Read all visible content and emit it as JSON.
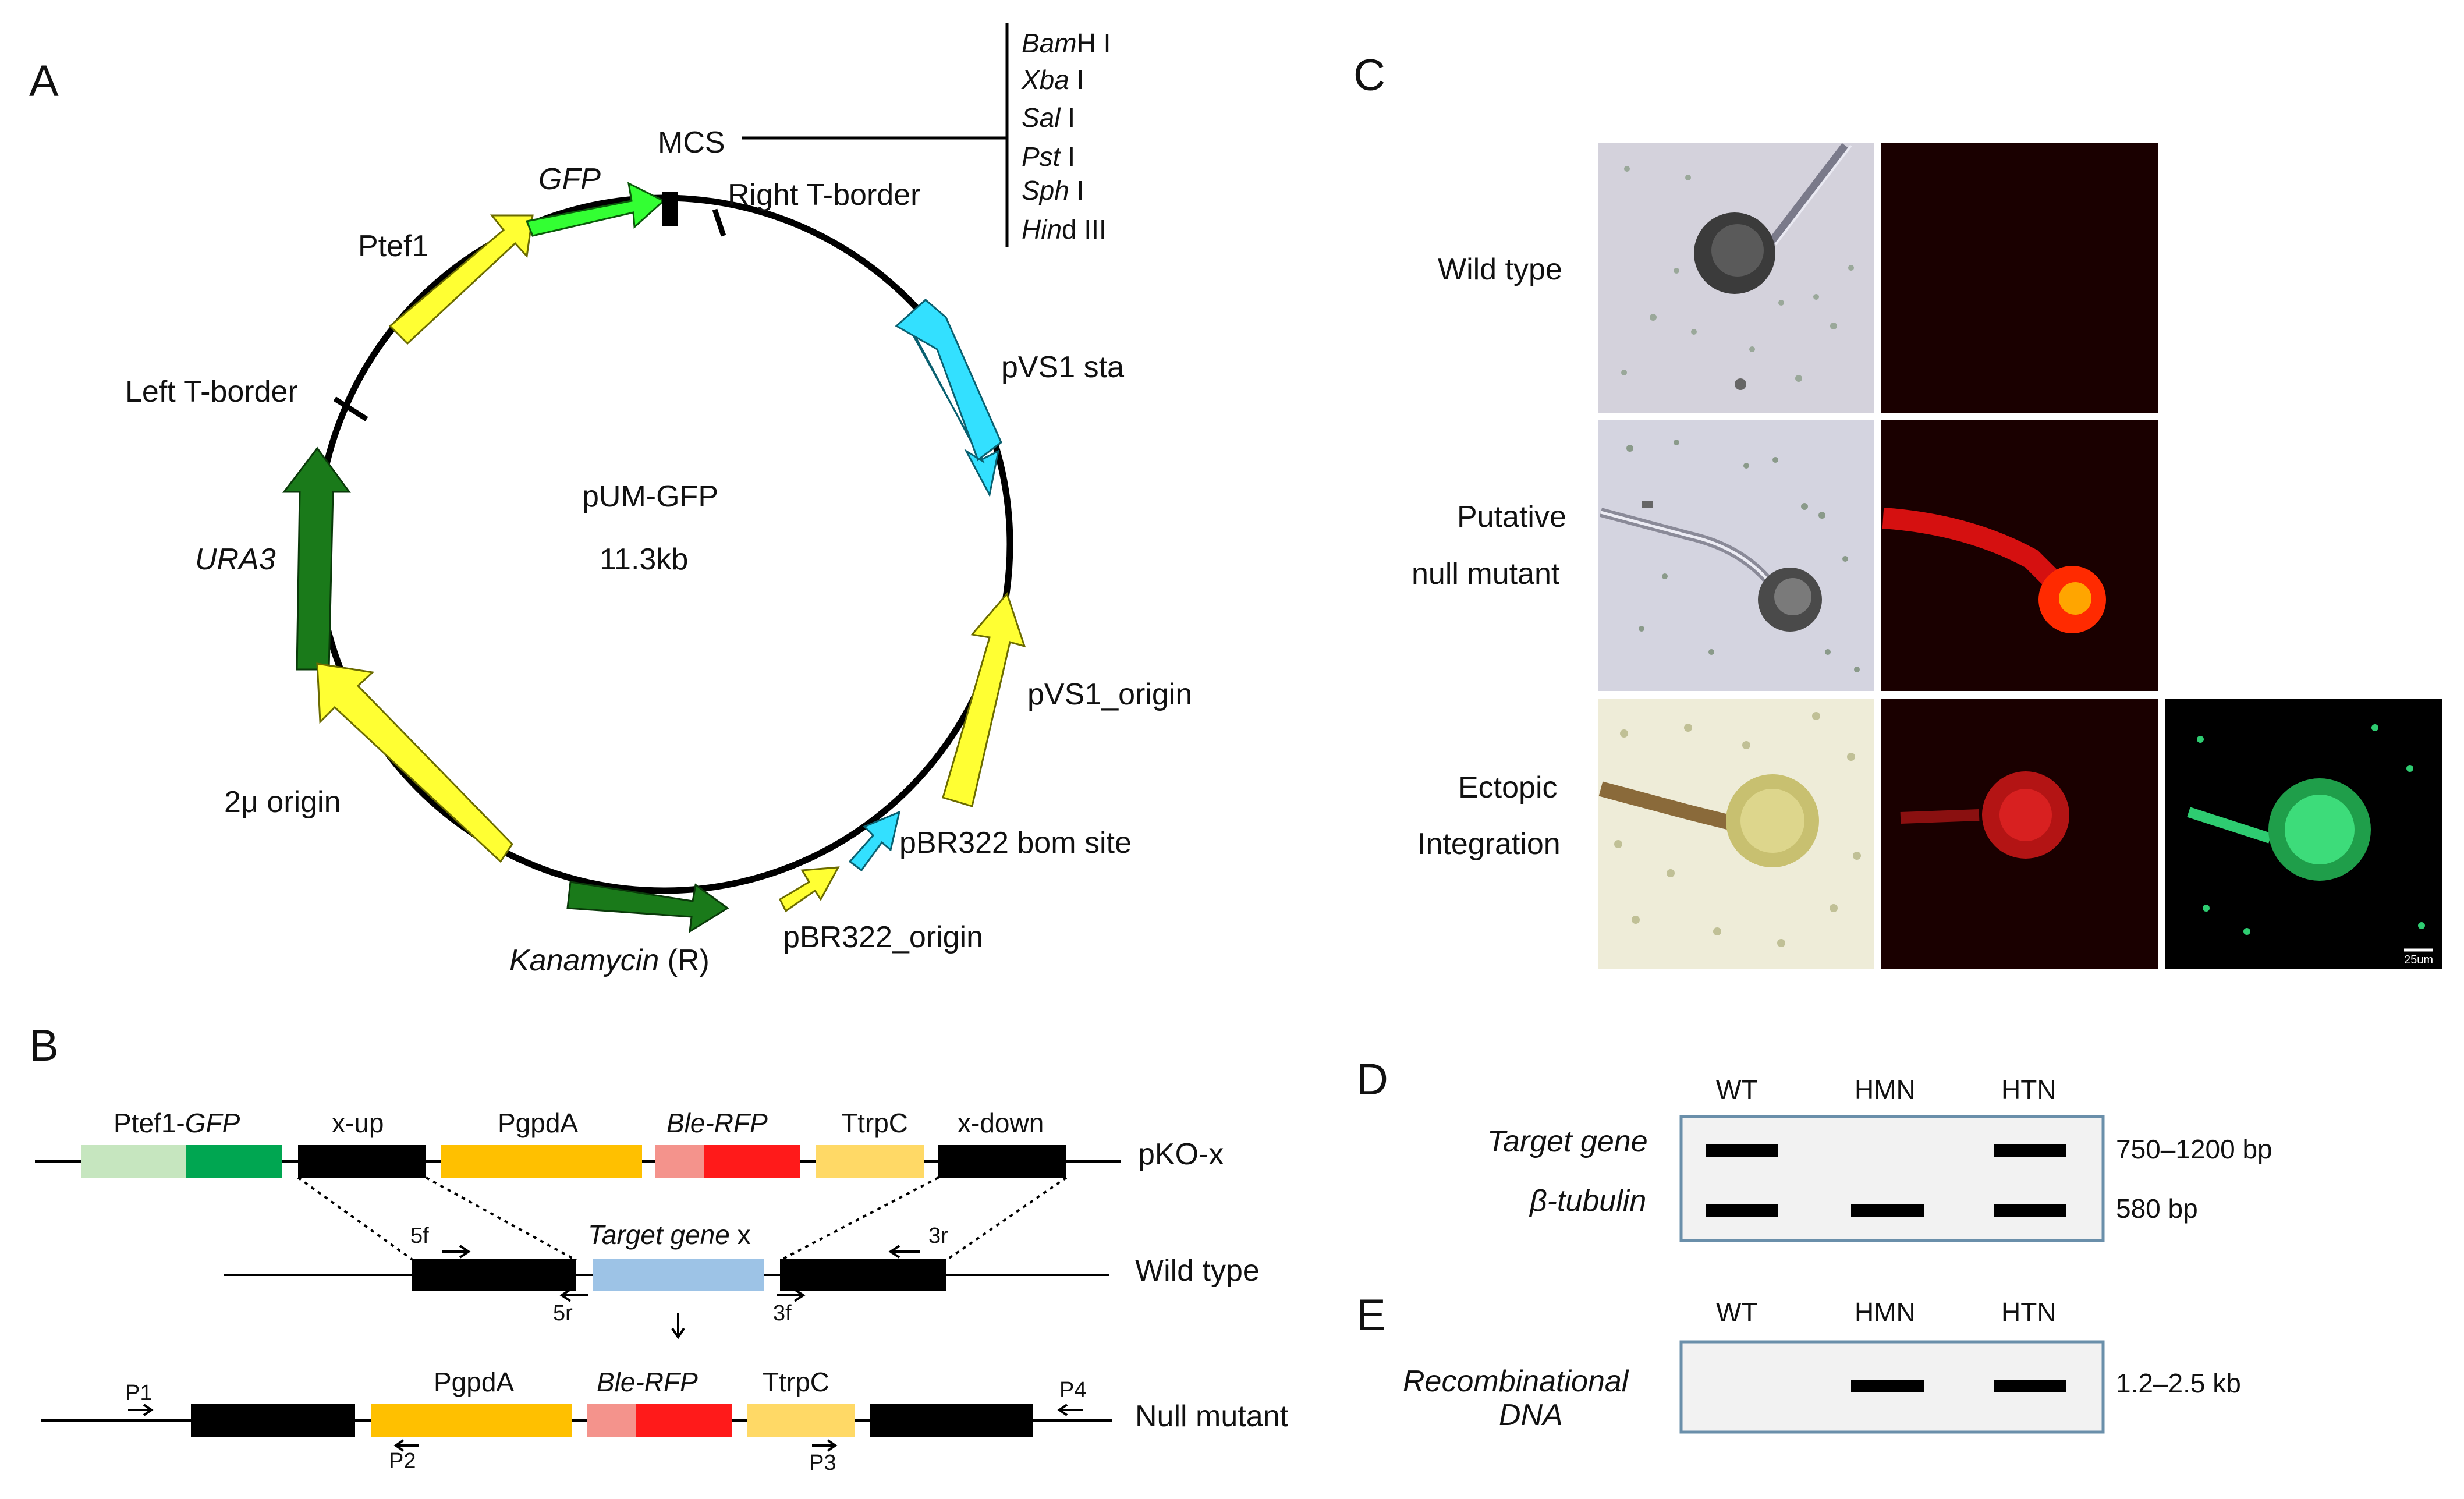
{
  "panels": {
    "a": "A",
    "b": "B",
    "c": "C",
    "d": "D",
    "e": "E"
  },
  "plasmid": {
    "name": "pUM-GFP",
    "size": "11.3kb",
    "mcs": "MCS",
    "sites": [
      {
        "italic": "Bam",
        "rest": "H I"
      },
      {
        "italic": "Xba",
        "rest": " I"
      },
      {
        "italic": "Sal",
        "rest": " I"
      },
      {
        "italic": "Pst",
        "rest": " I"
      },
      {
        "italic": "Sph",
        "rest": " I"
      },
      {
        "italic": "Hin",
        "rest": "d III"
      }
    ],
    "right_border": "Right T-border",
    "left_border": "Left T-border",
    "gfp": "GFP",
    "ptef1": "Ptef1",
    "pvs1_sta": "pVS1 sta",
    "ura3": "URA3",
    "pvs1_origin": "pVS1_origin",
    "two_mu": "2μ origin",
    "pbr_bom": "pBR322 bom site",
    "pbr_origin": "pBR322_origin",
    "kan_italic": "Kanamycin",
    "kan_rest": " (R)",
    "colors": {
      "yellow": "#ffff33",
      "green_bright": "#33ff33",
      "green_dark": "#1a7a1a",
      "cyan": "#33e0ff"
    }
  },
  "construct": {
    "pko_label": "pKO-x",
    "wild_label": "Wild type",
    "null_label": "Null mutant",
    "ptef1_gfp_plain": "Ptef1-",
    "ptef1_gfp_italic": "GFP",
    "x_up": "x-up",
    "pgpda": "PgpdA",
    "ble_rfp": "Ble-RFP",
    "ttrpc": "TtrpC",
    "x_down": "x-down",
    "target_italic": "Target gene",
    "target_rest": " x",
    "pgpda2": "PgpdA",
    "ble_rfp2": "Ble-RFP",
    "ttrpc2": "TtrpC",
    "primers": {
      "f5": "5f",
      "r5": "5r",
      "f3": "3f",
      "r3": "3r",
      "p1": "P1",
      "p2": "P2",
      "p3": "P3",
      "p4": "P4"
    },
    "colors": {
      "light_green": "#c6e6bf",
      "green": "#00a651",
      "orange": "#ffc000",
      "salmon": "#f4938c",
      "red": "#ff1a1a",
      "light_orange": "#ffd966",
      "blue": "#9dc3e6",
      "black": "#000000"
    }
  },
  "microscopy": {
    "rows": [
      {
        "line1": "Wild type",
        "line2": ""
      },
      {
        "line1": "Putative",
        "line2": "null mutant"
      },
      {
        "line1": "Ectopic",
        "line2": "Integration"
      }
    ],
    "scale_bar": "25um"
  },
  "gel_d": {
    "lanes": [
      "WT",
      "HMN",
      "HTN"
    ],
    "rows": [
      {
        "label": "Target gene",
        "size": "750–1200 bp",
        "bands": [
          true,
          false,
          true
        ]
      },
      {
        "label": "β-tubulin",
        "size": "580 bp",
        "bands": [
          true,
          true,
          true
        ]
      }
    ]
  },
  "gel_e": {
    "lanes": [
      "WT",
      "HMN",
      "HTN"
    ],
    "label_line1": "Recombinational",
    "label_line2": "DNA",
    "size": "1.2–2.5 kb",
    "bands": [
      false,
      true,
      true
    ]
  }
}
